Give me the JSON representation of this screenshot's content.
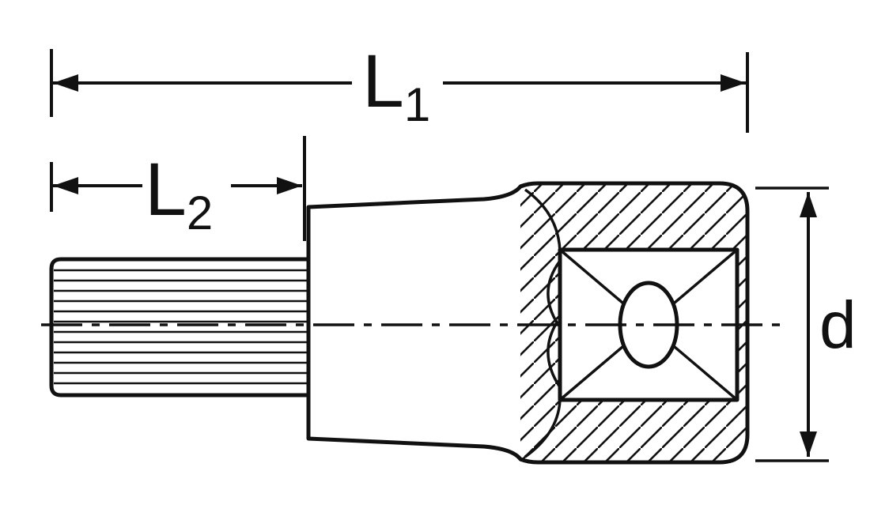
{
  "diagram": {
    "labels": {
      "l1": {
        "base": "L",
        "sub": "1"
      },
      "l2": {
        "base": "L",
        "sub": "2"
      },
      "d": {
        "base": "d"
      }
    },
    "colors": {
      "line": "#111111",
      "background": "#ffffff"
    }
  }
}
